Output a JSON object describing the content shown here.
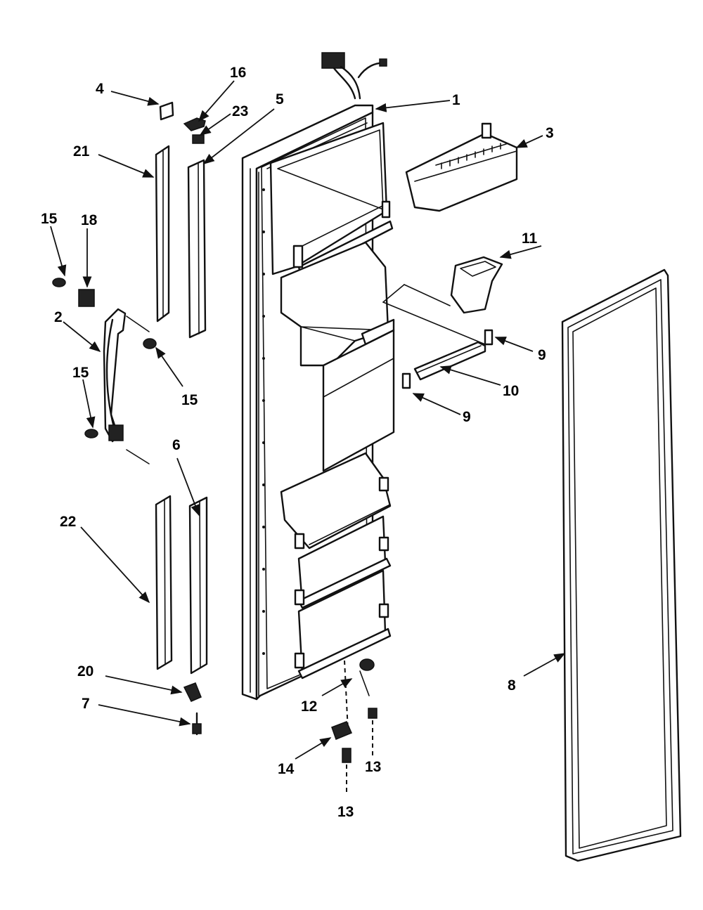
{
  "diagram": {
    "callouts": [
      {
        "id": "c1",
        "text": "1"
      },
      {
        "id": "c2",
        "text": "2"
      },
      {
        "id": "c3",
        "text": "3"
      },
      {
        "id": "c4",
        "text": "4"
      },
      {
        "id": "c5",
        "text": "5"
      },
      {
        "id": "c6",
        "text": "6"
      },
      {
        "id": "c7",
        "text": "7"
      },
      {
        "id": "c8",
        "text": "8"
      },
      {
        "id": "c9a",
        "text": "9"
      },
      {
        "id": "c9b",
        "text": "9"
      },
      {
        "id": "c10",
        "text": "10"
      },
      {
        "id": "c11",
        "text": "11"
      },
      {
        "id": "c12",
        "text": "12"
      },
      {
        "id": "c13a",
        "text": "13"
      },
      {
        "id": "c13b",
        "text": "13"
      },
      {
        "id": "c14",
        "text": "14"
      },
      {
        "id": "c15a",
        "text": "15"
      },
      {
        "id": "c15b",
        "text": "15"
      },
      {
        "id": "c15c",
        "text": "15"
      },
      {
        "id": "c16",
        "text": "16"
      },
      {
        "id": "c18",
        "text": "18"
      },
      {
        "id": "c20",
        "text": "20"
      },
      {
        "id": "c21",
        "text": "21"
      },
      {
        "id": "c22",
        "text": "22"
      },
      {
        "id": "c23",
        "text": "23"
      }
    ]
  }
}
